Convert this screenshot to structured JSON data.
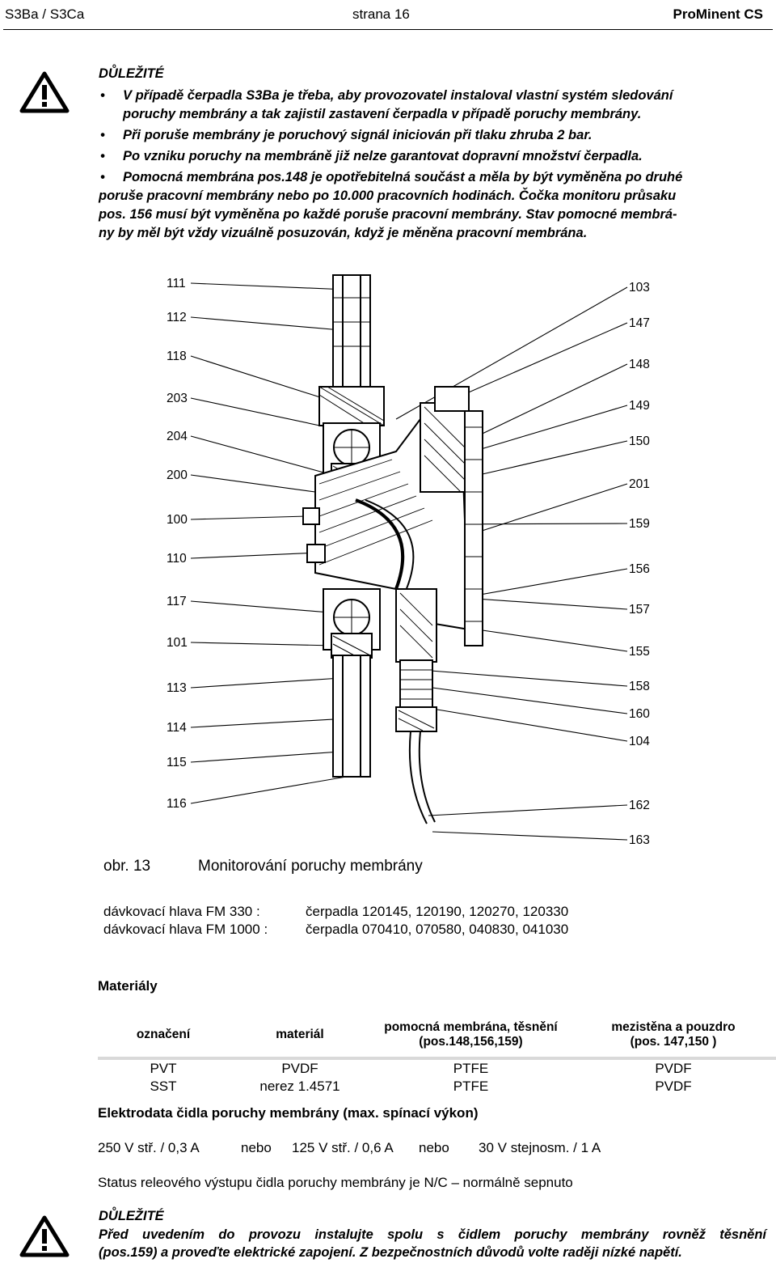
{
  "header": {
    "left": "S3Ba / S3Ca",
    "center": "strana 16",
    "right": "ProMinent CS"
  },
  "warning1": {
    "icon": "warning-triangle-icon",
    "title": "DŮLEŽITÉ",
    "b1_l1": "V případě čerpadla S3Ba je třeba, aby provozovatel instaloval vlastní systém sledování",
    "b1_l2": "poruchy membrány a tak zajistil zastavení čerpadla v případě poruchy membrány.",
    "b2": "Při poruše membrány je poruchový signál iniciován při tlaku zhruba 2 bar.",
    "b3": "Po vzniku poruchy na membráně již nelze garantovat dopravní množství čerpadla.",
    "b4_l1": "Pomocná membrána pos.148 je opotřebitelná součást a měla by být vyměněna po druhé",
    "b4_l2": "poruše pracovní membrány nebo po 10.000 pracovních hodinách. Čočka monitoru průsaku",
    "b4_l3": "pos. 156 musí být vyměněna po každé poruše pracovní membrány. Stav pomocné membrá-",
    "b4_l4": "ny by měl být vždy vizuálně posuzován, když je měněna pracovní membrána."
  },
  "figure": {
    "left_labels": [
      "111",
      "112",
      "118",
      "203",
      "204",
      "200",
      "100",
      "110",
      "117",
      "101",
      "113",
      "114",
      "115",
      "116"
    ],
    "right_labels": [
      "103",
      "147",
      "148",
      "149",
      "150",
      "201",
      "159",
      "156",
      "157",
      "155",
      "158",
      "160",
      "104",
      "162",
      "163"
    ],
    "caption_num": "obr. 13",
    "caption_text": "Monitorování poruchy membrány"
  },
  "heads": {
    "row1_label": "dávkovací hlava FM 330 :",
    "row1_value": "čerpadla 120145, 120190, 120270, 120330",
    "row2_label": "dávkovací hlava FM 1000 :",
    "row2_value": "čerpadla 070410, 070580, 040830, 041030"
  },
  "materials": {
    "title": "Materiály",
    "col1": "označení",
    "col2": "materiál",
    "col3_l1": "pomocná membrána, těsnění",
    "col3_l2": "(pos.148,156,159)",
    "col4_l1": "mezistěna a pouzdro",
    "col4_l2": "(pos. 147,150 )",
    "rows": [
      [
        "PVT",
        "PVDF",
        "PTFE",
        "PVDF"
      ],
      [
        "SST",
        "nerez 1.4571",
        "PTFE",
        "PVDF"
      ]
    ]
  },
  "electro": {
    "title": "Elektrodata čidla poruchy membrány (max. spínací výkon)",
    "v1": "250 V stř. / 0,3 A",
    "or1": "nebo",
    "v2": "125 V stř. / 0,6 A",
    "or2": "nebo",
    "v3": "30 V stejnosm. / 1 A",
    "status": "Status releového výstupu čidla poruchy membrány je N/C – normálně sepnuto"
  },
  "warning2": {
    "icon": "warning-triangle-icon",
    "title": "DŮLEŽITÉ",
    "l1": "Před uvedením do provozu instalujte spolu s čidlem poruchy membrány rovněž těsnění",
    "l2": "(pos.159) a proveďte elektrické zapojení. Z bezpečnostních důvodů volte raději nízké napětí."
  }
}
